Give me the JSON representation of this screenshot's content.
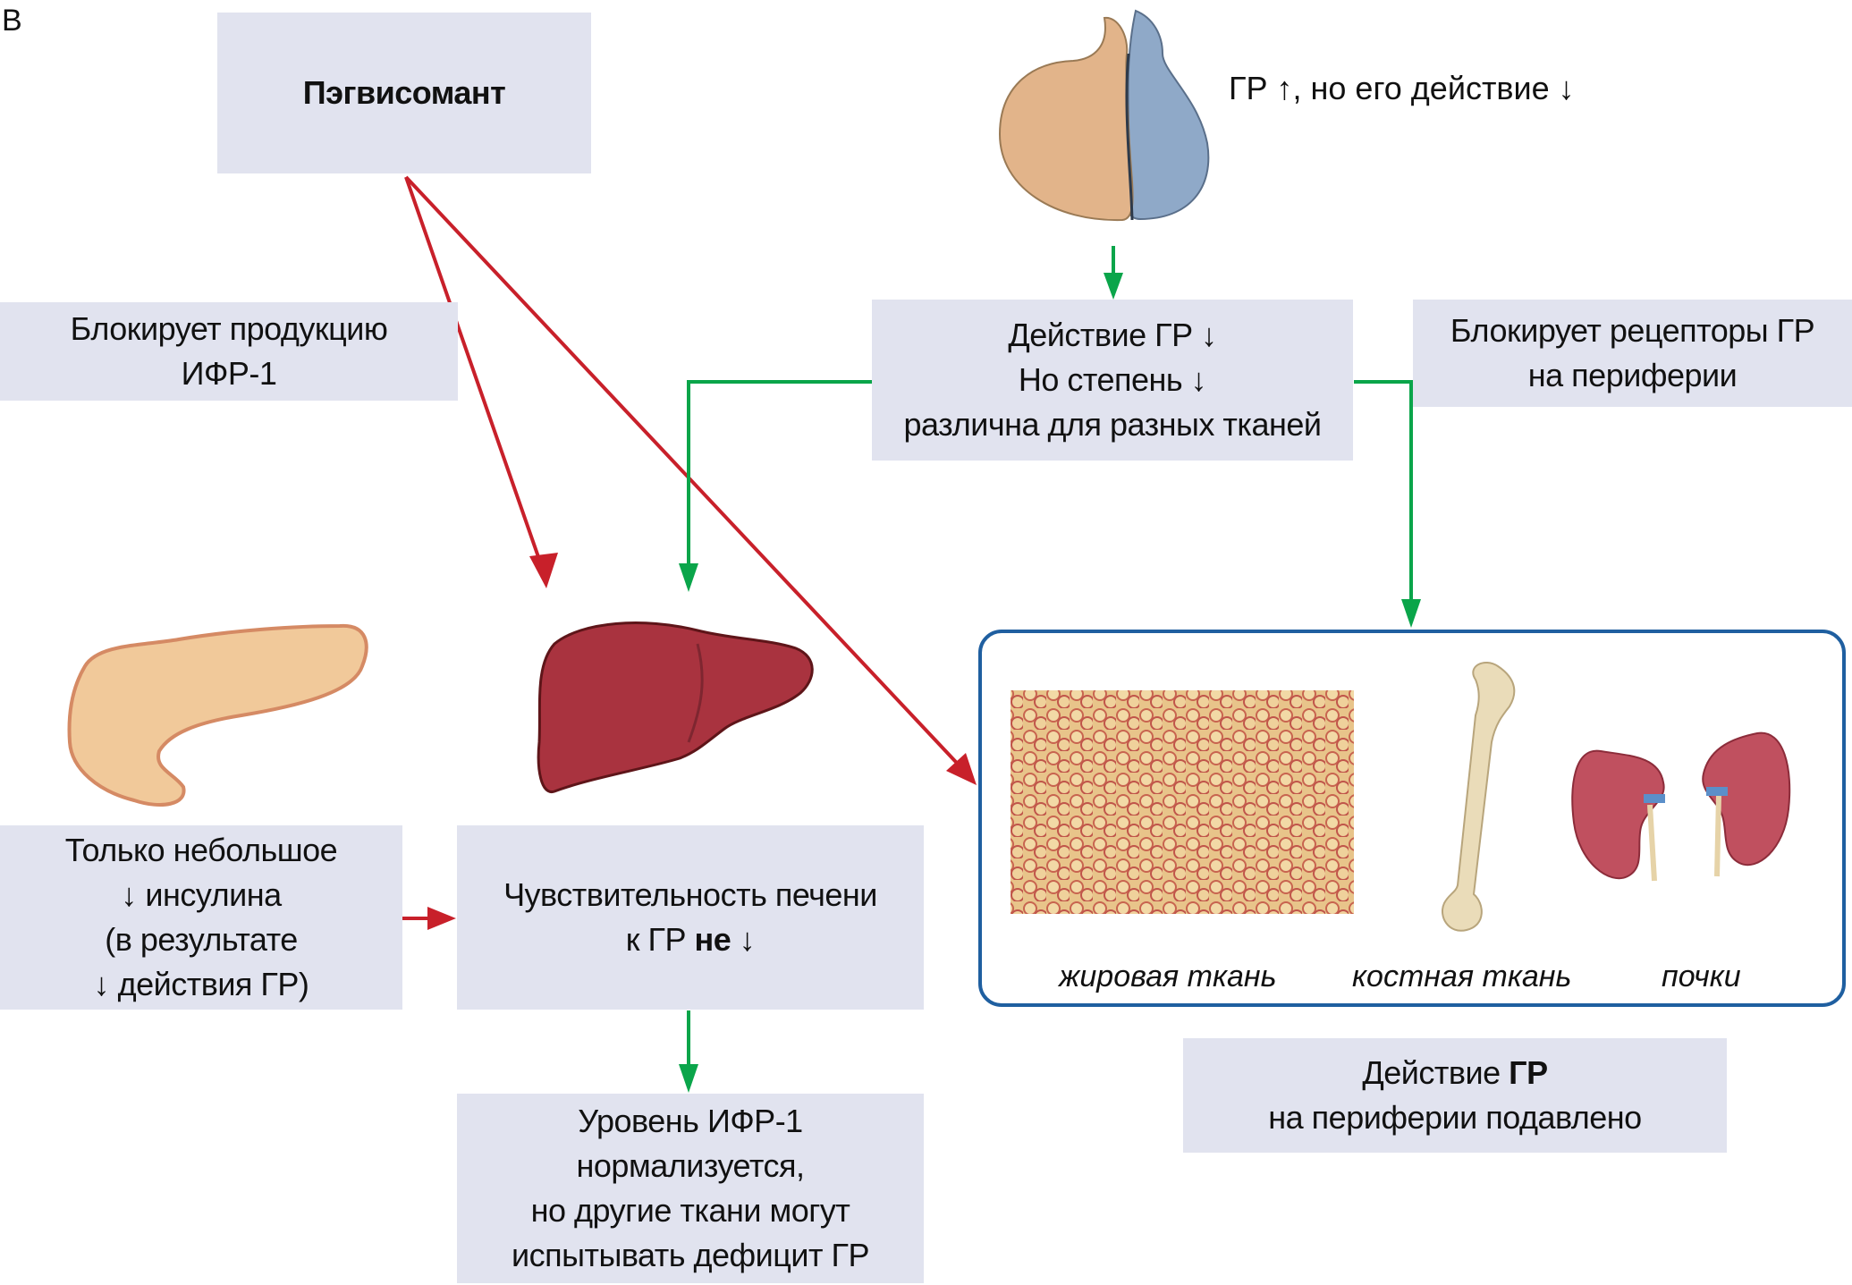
{
  "panel_label": "B",
  "colors": {
    "box_fill": "#e1e3ef",
    "inhibit_arrow": "#c8202a",
    "effect_arrow": "#0aa54a",
    "tissue_frame": "#1f5fa0"
  },
  "nodes": {
    "drug": {
      "text": "Пэгвисомант"
    },
    "blocks_igf": {
      "lines": [
        "Блокирует продукцию",
        "ИФР-1"
      ]
    },
    "pituitary_note": {
      "text": "ГР ↑, но его действие ↓"
    },
    "gh_action": {
      "lines": [
        "Действие ГР ↓",
        "Но степень ↓",
        "различна для разных тканей"
      ]
    },
    "blocks_receptors": {
      "lines": [
        "Блокирует рецепторы ГР",
        "на периферии"
      ]
    },
    "insulin": {
      "lines": [
        "Только небольшое",
        "↓ инсулина",
        "(в результате",
        "↓ действия ГР)"
      ]
    },
    "liver_sensitivity": {
      "line1": "Чувствительность печени",
      "line2_pre": "к ГР ",
      "line2_bold": "не",
      "line2_post": " ↓"
    },
    "igf_level": {
      "lines": [
        "Уровень ИФР-1",
        "нормализуется,",
        "но другие ткани могут",
        "испытывать дефицит ГР"
      ]
    },
    "peripheral": {
      "line1_pre": "Действие ",
      "line1_bold": "ГР",
      "line2": "на периферии подавлено"
    }
  },
  "organs": {
    "pituitary": "pituitary-gland",
    "pancreas": "pancreas",
    "liver": "liver",
    "adipose": "adipose-tissue",
    "bone": "femur-bone",
    "kidneys": "kidneys"
  },
  "tissue_labels": [
    "жировая ткань",
    "костная ткань",
    "почки"
  ]
}
